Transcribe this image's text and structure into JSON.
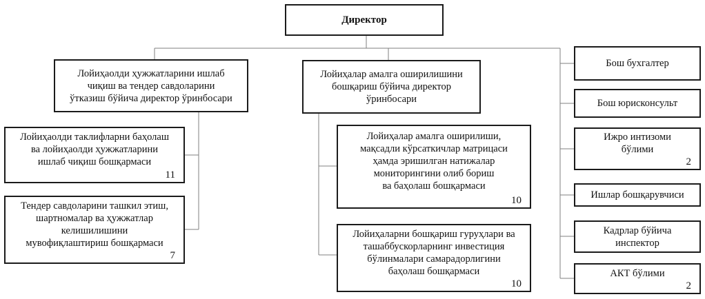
{
  "nodes": {
    "director": {
      "label": "Директор"
    },
    "deputy_left": {
      "label": "Лойиҳаолди ҳужжатларини ишлаб\nчиқиш ва тендер савдоларини\nўтказиш бўйича директор ўринбосари"
    },
    "deputy_middle": {
      "label": "Лойиҳалар амалга оширилишини\nбошқариш бўйича директор\nўринбосари"
    },
    "left_units": [
      {
        "label": "Лойиҳаолди таклифларни баҳолаш\nва лойиҳаолди ҳужжатларини\nишлаб чиқиш бошқармаси",
        "count": "11"
      },
      {
        "label": "Тендер савдоларини ташкил этиш,\nшартномалар ва ҳужжатлар\nкелишилишини\nмувофиқлаштириш бошқармаси",
        "count": "7"
      }
    ],
    "middle_units": [
      {
        "label": "Лойиҳалар амалга оширилиши,\nмақсадли кўрсаткичлар матрицаси\nҳамда эришилган натижалар\nмониторингини олиб бориш\nва баҳолаш бошқармаси",
        "count": "10"
      },
      {
        "label": "Лойиҳаларни бошқариш гуруҳлари ва\nташаббускорларнинг инвестиция\nбўлинмалари самарадорлигини\nбаҳолаш бошқармаси",
        "count": "10"
      }
    ],
    "right_units": [
      {
        "label": "Бош бухгалтер",
        "count": ""
      },
      {
        "label": "Бош юрисконсульт",
        "count": ""
      },
      {
        "label": "Ижро интизоми\nбўлими",
        "count": "2"
      },
      {
        "label": "Ишлар бошқарувчиси",
        "count": ""
      },
      {
        "label": "Кадрлар бўйича\nинспектор",
        "count": ""
      },
      {
        "label": "АКТ бўлими",
        "count": "2"
      }
    ]
  },
  "colors": {
    "box_border": "#1a1a1a",
    "box_fill": "#ffffff",
    "connector": "#7f7f7f",
    "text": "#111111"
  }
}
